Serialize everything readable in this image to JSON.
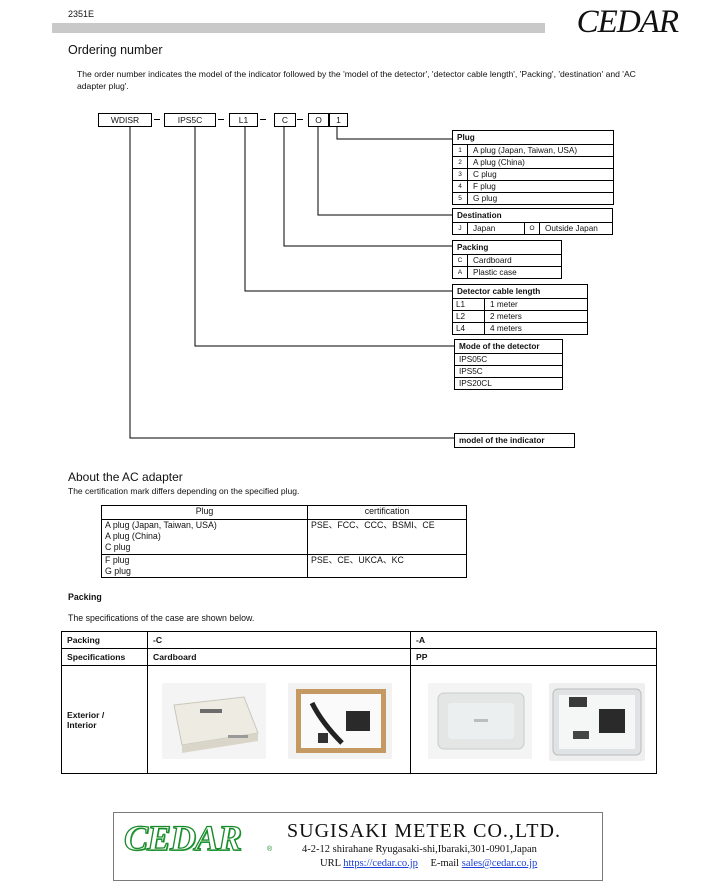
{
  "header": {
    "doc_number": "2351E",
    "brand_logo": "CEDAR"
  },
  "ordering": {
    "title": "Ordering number",
    "intro": "The order number indicates the model of the indicator followed by the 'model of the detector', 'detector cable length', 'Packing', 'destination' and 'AC adapter plug'.",
    "code": [
      "WDISR",
      "IPS5C",
      "L1",
      "C",
      "O",
      "1"
    ],
    "plug": {
      "title": "Plug",
      "rows": [
        {
          "key": "1",
          "label": "A plug (Japan, Taiwan, USA)"
        },
        {
          "key": "2",
          "label": "A plug (China)"
        },
        {
          "key": "3",
          "label": "C plug"
        },
        {
          "key": "4",
          "label": "F plug"
        },
        {
          "key": "5",
          "label": "G plug"
        }
      ]
    },
    "destination": {
      "title": "Destination",
      "k1": "J",
      "v1": "Japan",
      "k2": "O",
      "v2": "Outside Japan"
    },
    "packing": {
      "title": "Packing",
      "rows": [
        {
          "key": "C",
          "label": "Cardboard"
        },
        {
          "key": "A",
          "label": "Plastic case"
        }
      ]
    },
    "cable": {
      "title": "Detector cable length",
      "rows": [
        {
          "key": "L1",
          "label": "1 meter"
        },
        {
          "key": "L2",
          "label": "2 meters"
        },
        {
          "key": "L4",
          "label": "4 meters"
        }
      ]
    },
    "detector": {
      "title": "Mode of the detector",
      "rows": [
        "IPS05C",
        "IPS5C",
        "IPS20CL"
      ]
    },
    "indicator": {
      "title": "model of the indicator"
    }
  },
  "ac_adapter": {
    "title": "About the AC adapter",
    "subtitle": "The certification mark differs depending on the specified plug.",
    "col_plug": "Plug",
    "col_cert": "certification",
    "row1_plugs": [
      "A plug (Japan, Taiwan, USA)",
      "A plug (China)",
      "C plug"
    ],
    "row1_cert": "PSE、FCC、CCC、BSMI、CE",
    "row2_plugs": [
      "F plug",
      "G plug"
    ],
    "row2_cert": "PSE、CE、UKCA、KC"
  },
  "packing_section": {
    "title": "Packing",
    "subtitle": "The specifications of the case are shown below.",
    "row_packing": "Packing",
    "row_specs": "Specifications",
    "row_exterior": "Exterior /",
    "row_interior": "Interior",
    "c_code": "-C",
    "a_code": "-A",
    "c_spec": "Cardboard",
    "a_spec": "PP"
  },
  "footer": {
    "logo": "CEDAR",
    "registered": "®",
    "company": "SUGISAKI METER CO.,LTD.",
    "address": "4-2-12 shirahane Ryugasaki-shi,Ibaraki,301-0901,Japan",
    "url_label": "URL",
    "url": "https://cedar.co.jp",
    "email_label": "E-mail",
    "email": "sales@cedar.co.jp"
  }
}
